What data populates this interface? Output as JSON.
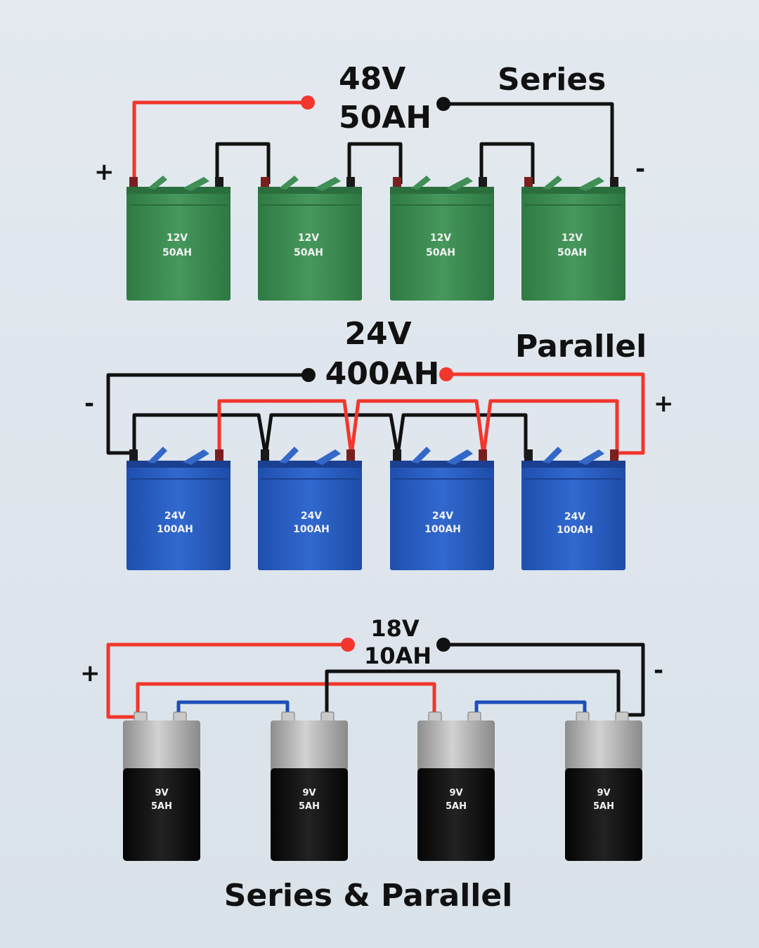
{
  "colors": {
    "positive_wire": "#f2362b",
    "negative_wire": "#111111",
    "link_wire_blue": "#1d4fb8",
    "green_battery": "#3d8f55",
    "blue_battery": "#2a5fc4",
    "nine_volt_top": "#b9b9b9",
    "nine_volt_body": "#111111"
  },
  "series": {
    "title": "Series",
    "voltage": "48V",
    "capacity": "50AH",
    "plus": "+",
    "minus": "-",
    "batteries": [
      {
        "voltage": "12V",
        "capacity": "50AH"
      },
      {
        "voltage": "12V",
        "capacity": "50AH"
      },
      {
        "voltage": "12V",
        "capacity": "50AH"
      },
      {
        "voltage": "12V",
        "capacity": "50AH"
      }
    ]
  },
  "parallel": {
    "title": "Parallel",
    "voltage": "24V",
    "capacity": "400AH",
    "plus": "+",
    "minus": "-",
    "batteries": [
      {
        "voltage": "24V",
        "capacity": "100AH"
      },
      {
        "voltage": "24V",
        "capacity": "100AH"
      },
      {
        "voltage": "24V",
        "capacity": "100AH"
      },
      {
        "voltage": "24V",
        "capacity": "100AH"
      }
    ]
  },
  "series_parallel": {
    "title": "Series & Parallel",
    "voltage": "18V",
    "capacity": "10AH",
    "plus": "+",
    "minus": "-",
    "batteries": [
      {
        "voltage": "9V",
        "capacity": "5AH"
      },
      {
        "voltage": "9V",
        "capacity": "5AH"
      },
      {
        "voltage": "9V",
        "capacity": "5AH"
      },
      {
        "voltage": "9V",
        "capacity": "5AH"
      }
    ]
  }
}
